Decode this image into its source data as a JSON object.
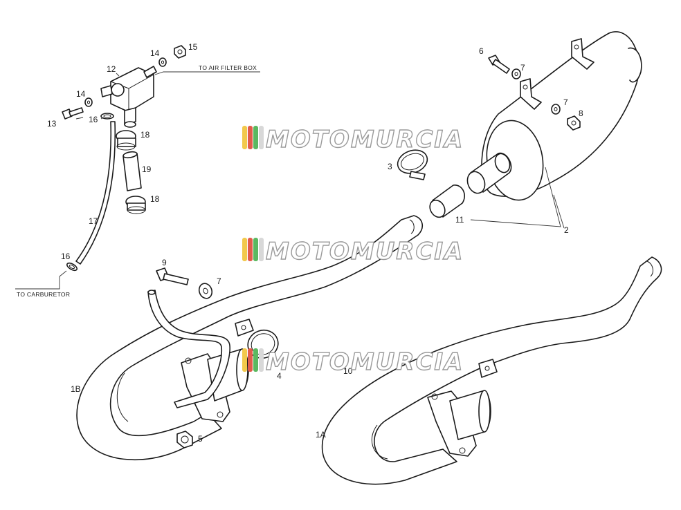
{
  "diagram": {
    "notes": {
      "air_filter": "TO AIR FILTER BOX",
      "carburetor": "TO CARBURETOR"
    },
    "labels": {
      "l1A": "1A",
      "l1B": "1B",
      "l2": "2",
      "l3": "3",
      "l4": "4",
      "l5": "5",
      "l6": "6",
      "l7a": "7",
      "l7b": "7",
      "l7c": "7",
      "l8": "8",
      "l9": "9",
      "l10": "10",
      "l11": "11",
      "l12": "12",
      "l13": "13",
      "l14a": "14",
      "l14b": "14",
      "l15": "15",
      "l16a": "16",
      "l16b": "16",
      "l17": "17",
      "l18a": "18",
      "l18b": "18",
      "l19": "19"
    },
    "watermark": {
      "text": "MOTOMURCIA",
      "stripe_colors": [
        "#f2c94c",
        "#e25b4a",
        "#5bb860",
        "#d8d8d8"
      ]
    }
  }
}
